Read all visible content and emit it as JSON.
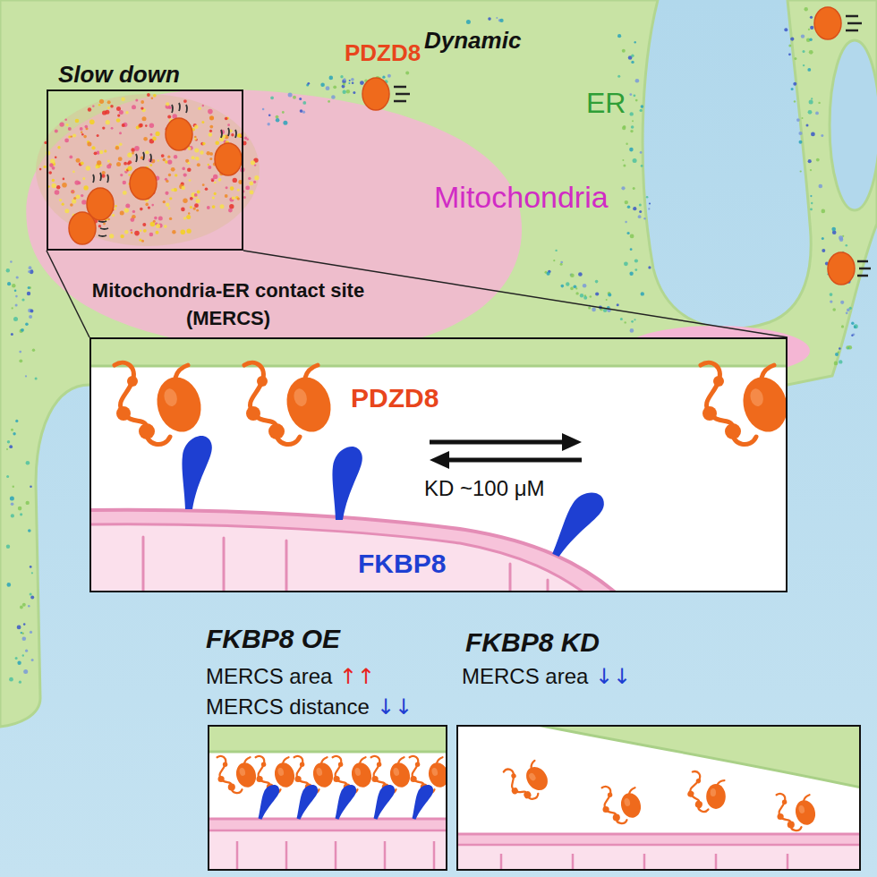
{
  "diagram": {
    "nodes": [
      {
        "text": [
          "Slow down"
        ]
      },
      {
        "text": [
          "PDZD8",
          "KD ~100 μM",
          "FKBP8"
        ]
      },
      {
        "text": [
          "FKBP8 OE",
          "MERCS area",
          "↑↑",
          "MERCS distance",
          "↓↓"
        ]
      },
      {
        "text": [
          "FKBP8 KD",
          "MERCS area",
          "↓↓"
        ]
      }
    ],
    "edges": [
      {
        "from": 0,
        "to": 1,
        "arrow": "none"
      },
      {
        "from": 0,
        "to": 1,
        "arrow": "none"
      }
    ],
    "labels": [
      "PDZD8",
      "Dynamic",
      "ER",
      "Mitochondria",
      "Mitochondria-ER contact site (MERCS)"
    ]
  }
}
